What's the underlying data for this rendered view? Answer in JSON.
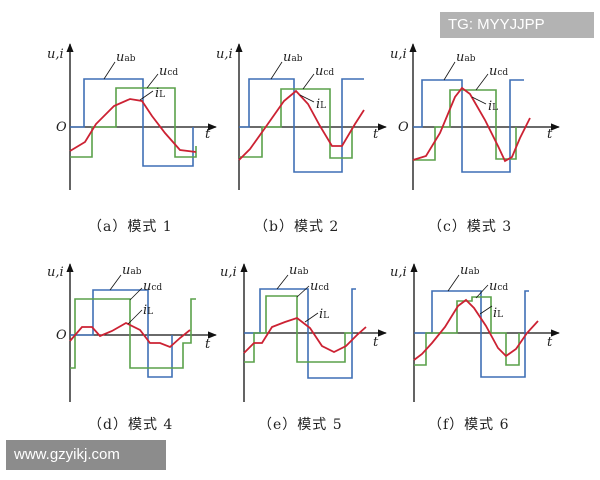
{
  "watermarks": {
    "top_right": "TG: MYYJJPP",
    "bottom_left": "www.gzyikj.com"
  },
  "colors": {
    "u_ab": "#3f6fb5",
    "u_cd": "#5aa14a",
    "i_L": "#cc2233",
    "axis": "#111111"
  },
  "labels": {
    "y_axis": "u,i",
    "x_axis": "t",
    "origin": "O",
    "u_ab_main": "u",
    "u_ab_sub": "ab",
    "u_cd_main": "u",
    "u_cd_sub": "cd",
    "i_L_main": "i",
    "i_L_sub": "L"
  },
  "panels": [
    {
      "caption": "（a）模式 1"
    },
    {
      "caption": "（b）模式 2"
    },
    {
      "caption": "（c）模式 3"
    },
    {
      "caption": "（d）模式 4"
    },
    {
      "caption": "（e）模式 5"
    },
    {
      "caption": "（f）模式 6"
    }
  ]
}
